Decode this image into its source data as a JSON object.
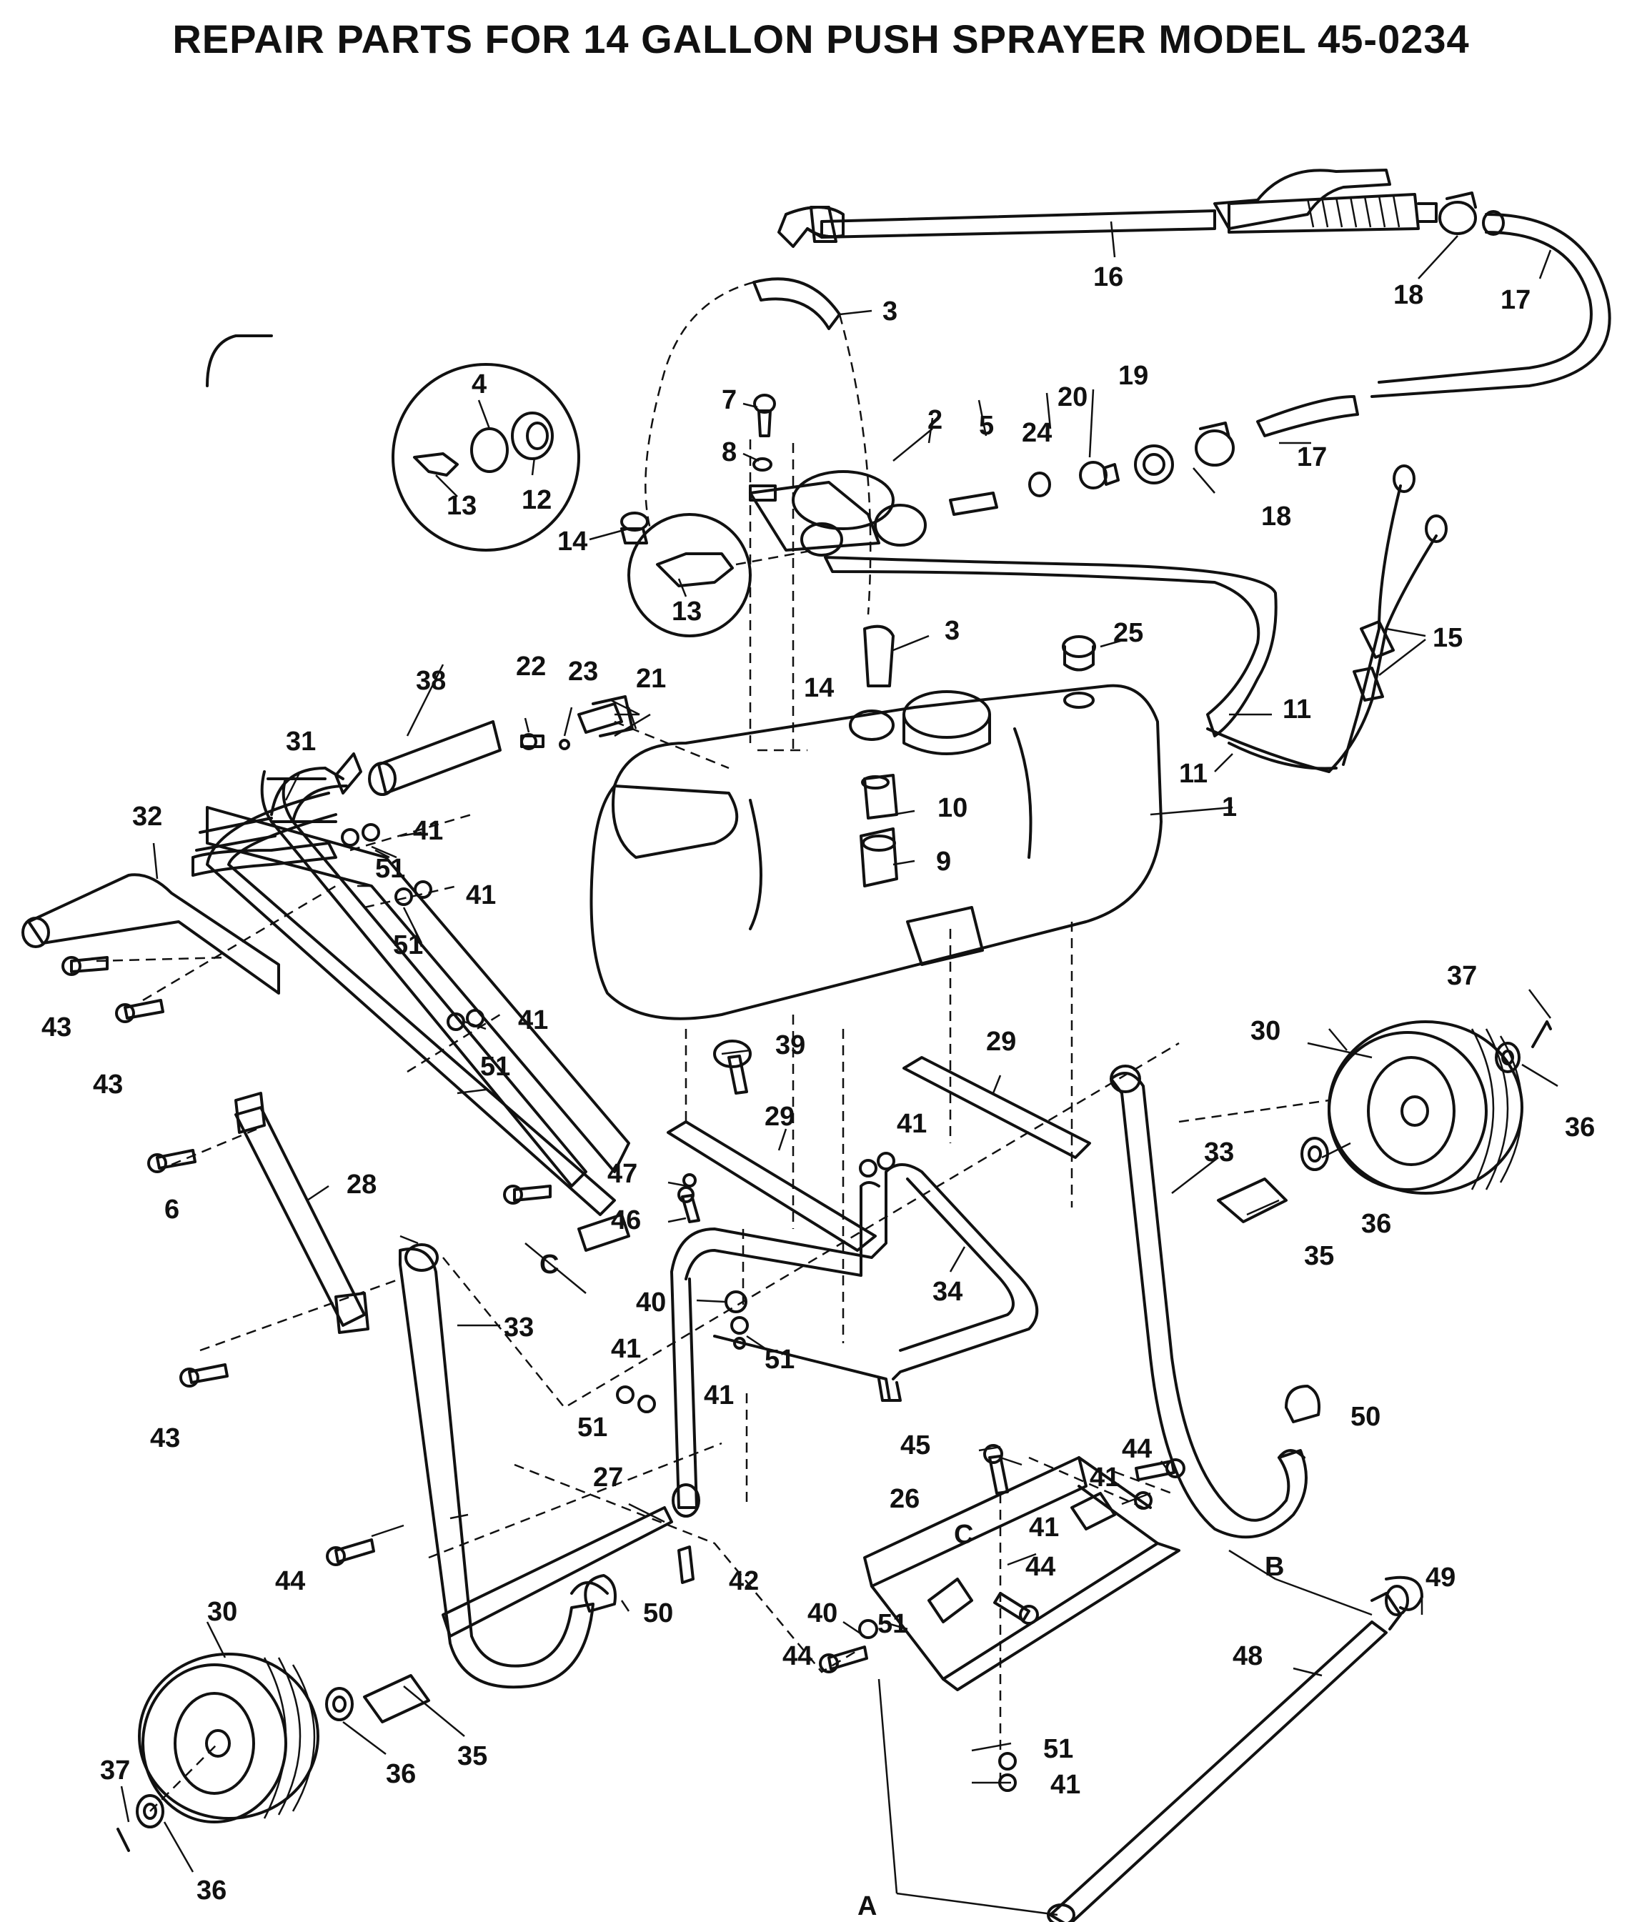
{
  "title": "REPAIR PARTS  FOR 14 GALLON PUSH SPRAYER MODEL 45-0234",
  "callouts": {
    "p1": "1",
    "p2": "2",
    "p3": "3",
    "p4": "4",
    "p5": "5",
    "p6": "6",
    "p7": "7",
    "p8": "8",
    "p9": "9",
    "p10": "10",
    "p11": "11",
    "p12": "12",
    "p13": "13",
    "p14": "14",
    "p15": "15",
    "p16": "16",
    "p17": "17",
    "p18": "18",
    "p19": "19",
    "p20": "20",
    "p21": "21",
    "p22": "22",
    "p23": "23",
    "p24": "24",
    "p25": "25",
    "p26": "26",
    "p27": "27",
    "p28": "28",
    "p29": "29",
    "p30": "30",
    "p31": "31",
    "p32": "32",
    "p33": "33",
    "p34": "34",
    "p35": "35",
    "p36": "36",
    "p37": "37",
    "p38": "38",
    "p39": "39",
    "p40": "40",
    "p41": "41",
    "p42": "42",
    "p43": "43",
    "p44": "44",
    "p45": "45",
    "p46": "46",
    "p47": "47",
    "p48": "48",
    "p49": "49",
    "p50": "50",
    "p51": "51",
    "A": "A",
    "B": "B",
    "C": "C"
  }
}
